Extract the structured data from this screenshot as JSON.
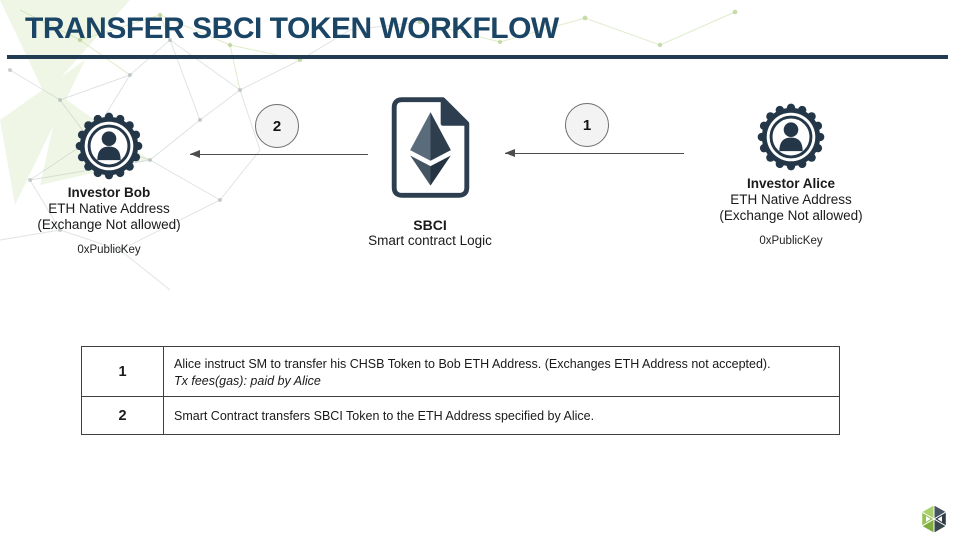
{
  "title": "TRANSFER SBCI TOKEN WORKFLOW",
  "colors": {
    "title_navy": "#1b4565",
    "divider_navy": "#223c54",
    "icon_dark": "#243748",
    "eth_face_light": "#5a6b7c",
    "eth_face_dark": "#2e3e4d",
    "arrow_gray": "#4d4d4d",
    "step_circle_fill": "#f3f3f4",
    "logo_green": "#8cb944",
    "logo_dark": "#2d3b48"
  },
  "nodes": {
    "bob": {
      "name": "Investor Bob",
      "line1": "ETH Native Address",
      "line2": "(Exchange Not allowed)",
      "key": "0xPublicKey",
      "icon": "investor-badge-icon"
    },
    "contract": {
      "name": "SBCI",
      "line1": "Smart contract Logic",
      "icon": "ethereum-contract-icon"
    },
    "alice": {
      "name": "Investor Alice",
      "line1": "ETH Native Address",
      "line2": "(Exchange Not allowed)",
      "key": "0xPublicKey",
      "icon": "investor-badge-icon"
    }
  },
  "arrows": [
    {
      "step": "2",
      "from": "contract",
      "to": "bob"
    },
    {
      "step": "1",
      "from": "alice",
      "to": "contract"
    }
  ],
  "table": {
    "rows": [
      {
        "step": "1",
        "text": "Alice instruct SM to transfer his CHSB Token to Bob ETH Address. (Exchanges ETH Address not accepted).",
        "note": "Tx fees(gas): paid by Alice"
      },
      {
        "step": "2",
        "text": "Smart Contract transfers SBCI Token to the ETH Address specified by Alice.",
        "note": ""
      }
    ]
  },
  "icons": [
    "investor-badge-icon",
    "ethereum-contract-icon",
    "swissborg-logo"
  ]
}
